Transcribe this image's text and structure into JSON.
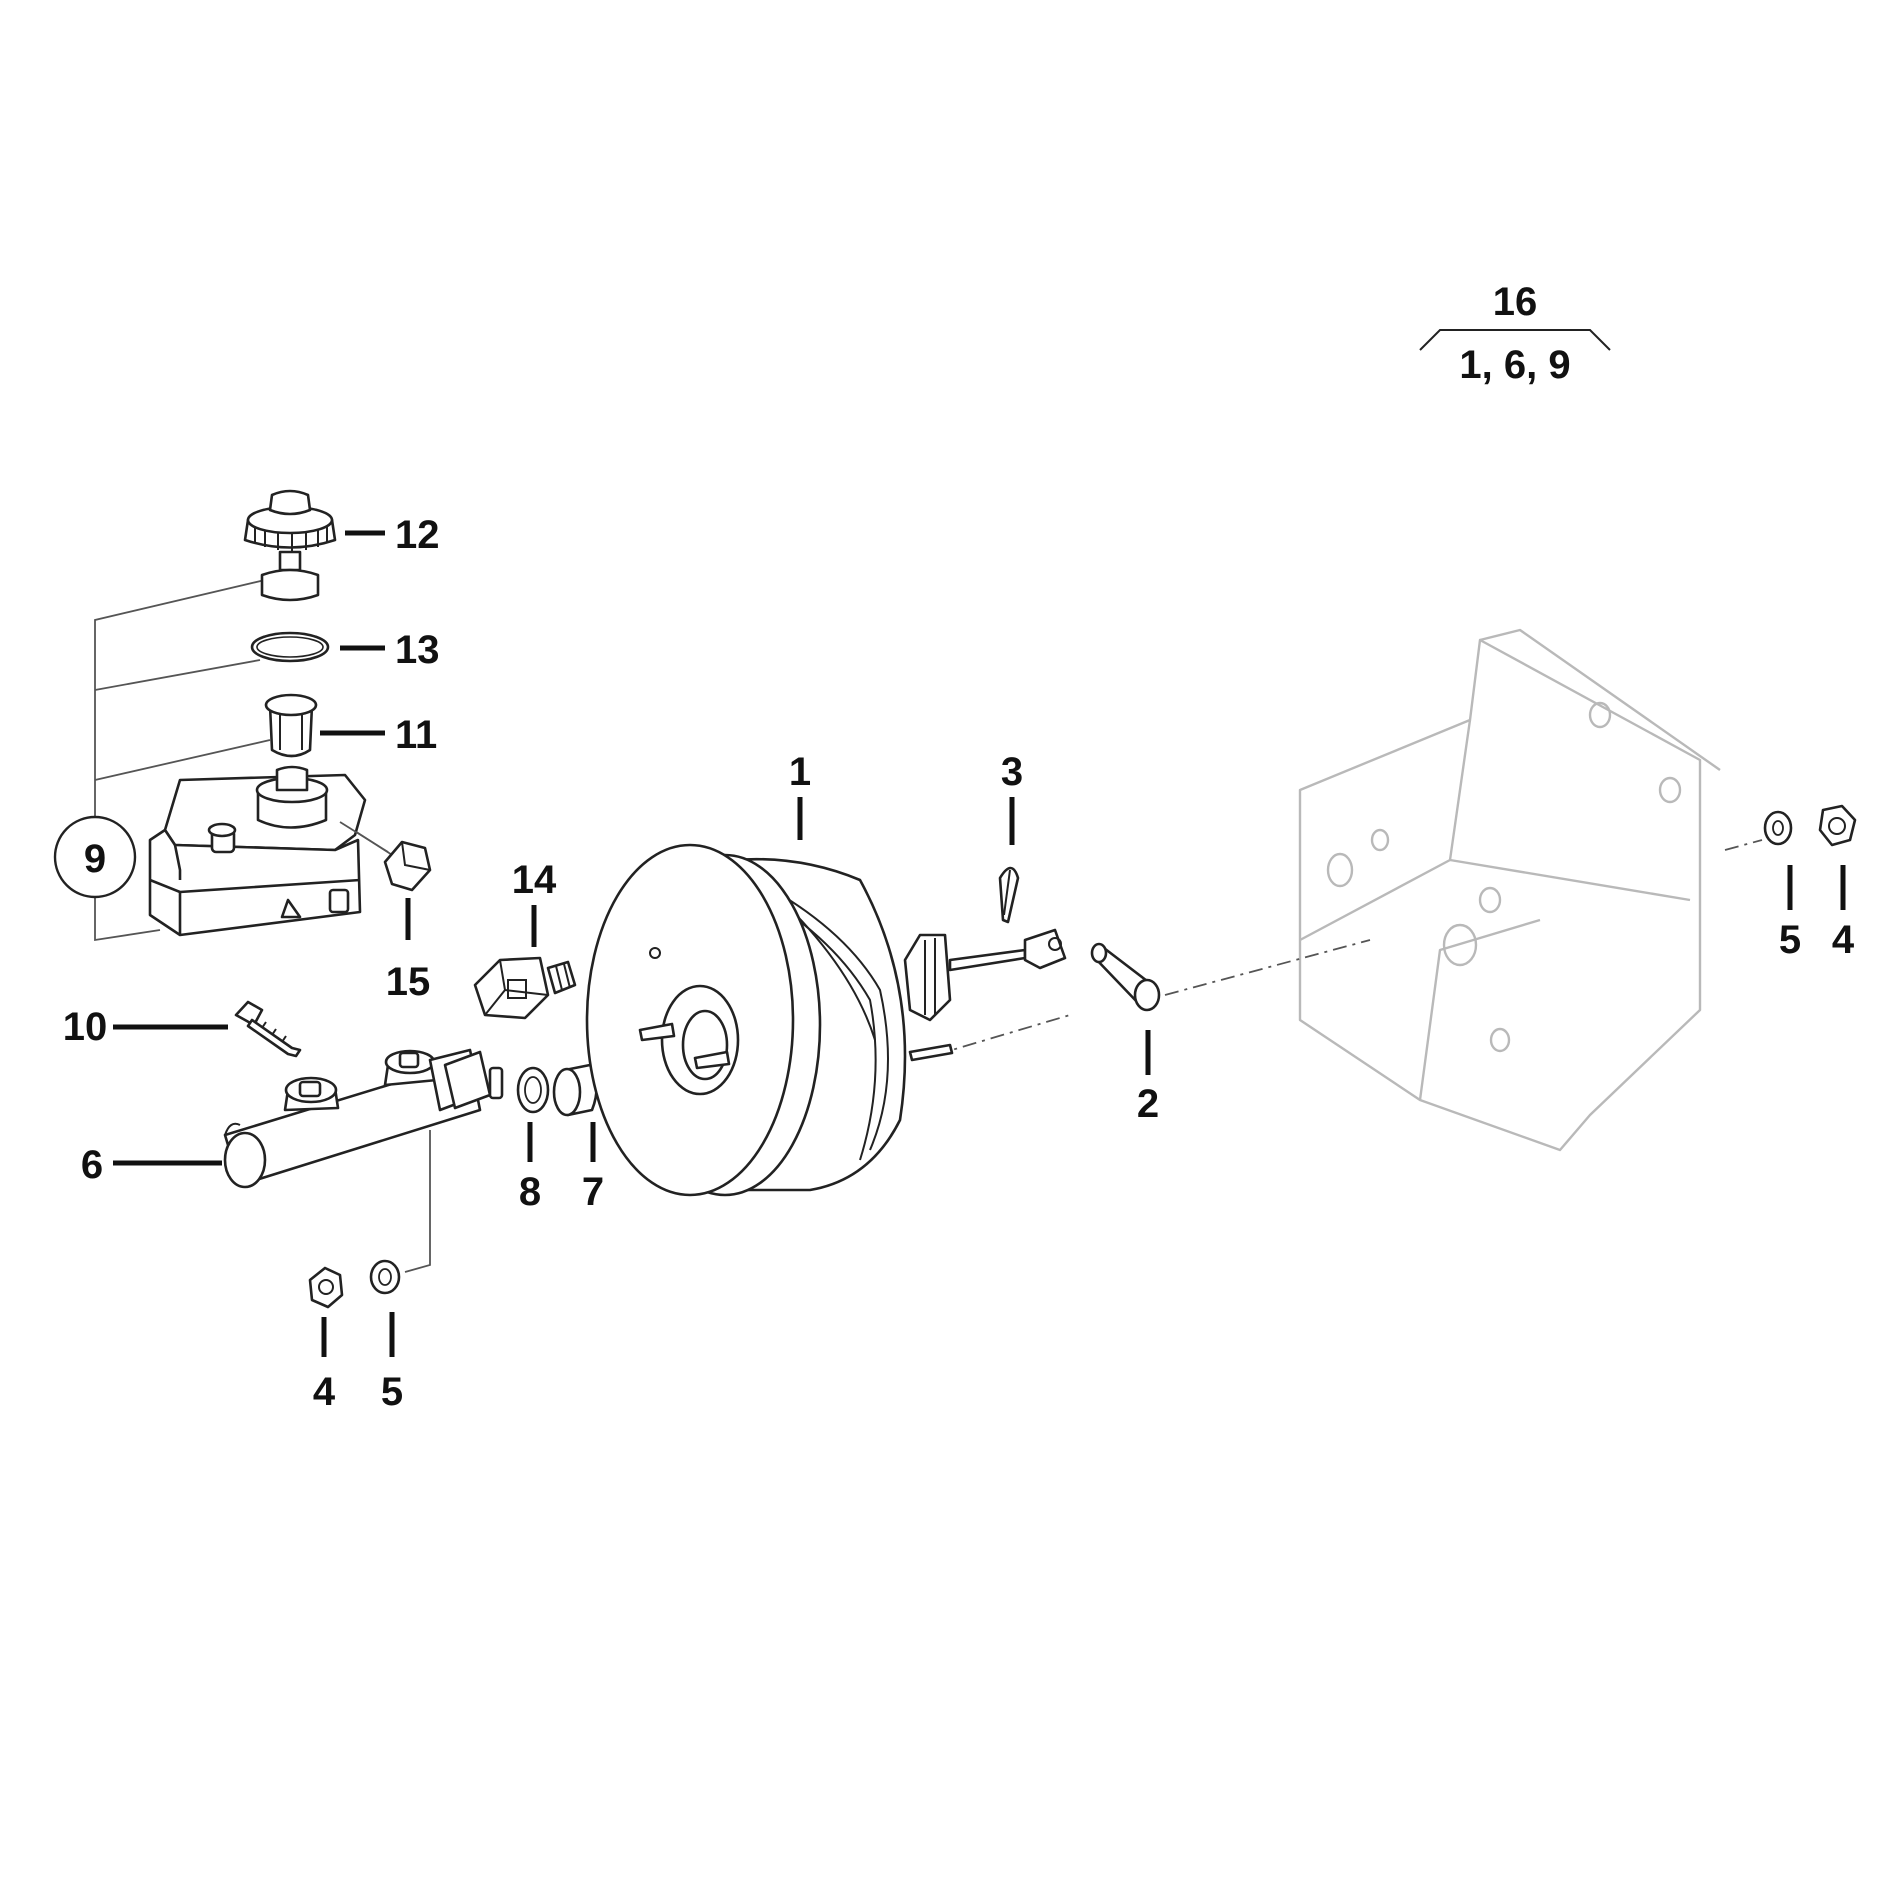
{
  "callouts": {
    "c1": "1",
    "c2": "2",
    "c3": "3",
    "c4a": "4",
    "c4b": "4",
    "c5a": "5",
    "c5b": "5",
    "c6": "6",
    "c7": "7",
    "c8": "8",
    "c9": "9",
    "c10": "10",
    "c11": "11",
    "c12": "12",
    "c13": "13",
    "c14": "14",
    "c15": "15"
  },
  "kit_note": {
    "number": "16",
    "contents": "1, 6, 9"
  }
}
